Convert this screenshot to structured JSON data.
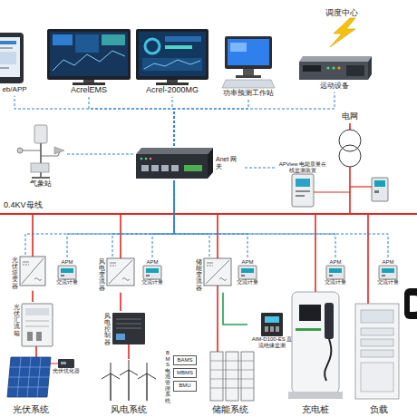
{
  "diagram": {
    "nodes": [
      {
        "text": [
          "调度中心"
        ]
      },
      {
        "text": [
          "eb/APP"
        ]
      },
      {
        "text": [
          "AcrelEMS"
        ]
      },
      {
        "text": [
          "Acrel-2000MG"
        ]
      },
      {
        "text": [
          "功率预测工作站"
        ]
      },
      {
        "text": [
          "远动设备"
        ]
      },
      {
        "text": [
          "电网"
        ]
      },
      {
        "text": [
          "气象站"
        ]
      },
      {
        "text": [
          "Anet 网关"
        ]
      },
      {
        "text": [
          "APView 电能质量在线监测装置"
        ]
      },
      {
        "text": [
          "光伏逆变器"
        ]
      },
      {
        "text": [
          "APM",
          "交流计量"
        ]
      },
      {
        "text": [
          "光伏汇流箱"
        ]
      },
      {
        "text": [
          "光伏优化器"
        ]
      },
      {
        "text": [
          "风电变流器"
        ]
      },
      {
        "text": [
          "APM",
          "交流计量"
        ]
      },
      {
        "text": [
          "风电控制器"
        ]
      },
      {
        "text": [
          "储能变流器"
        ]
      },
      {
        "text": [
          "APM",
          "交流计量"
        ]
      },
      {
        "text": [
          "BMS 电池管理系统"
        ]
      },
      {
        "text": [
          "BAMS"
        ],
        "in": 19
      },
      {
        "text": [
          "MBMS"
        ],
        "in": 19
      },
      {
        "text": [
          "BMU"
        ],
        "in": 19
      },
      {
        "text": [
          "AIM-D100-ES 直流绝缘监测"
        ]
      },
      {
        "text": [
          "APM",
          "交流计量"
        ]
      },
      {
        "text": [
          "APM",
          "交流计量"
        ]
      }
    ],
    "edges": [
      {
        "from": 8,
        "to": 1,
        "arrow": "none"
      },
      {
        "from": 8,
        "to": 2,
        "arrow": "none"
      },
      {
        "from": 8,
        "to": 3,
        "arrow": "none"
      },
      {
        "from": 8,
        "to": 4,
        "arrow": "none"
      },
      {
        "from": 8,
        "to": 5,
        "arrow": "none"
      },
      {
        "from": 7,
        "to": 8,
        "arrow": "none"
      },
      {
        "from": 9,
        "to": 8,
        "arrow": "none"
      },
      {
        "from": 11,
        "to": 8,
        "arrow": "none"
      },
      {
        "from": 15,
        "to": 8,
        "arrow": "none"
      },
      {
        "from": 18,
        "to": 8,
        "arrow": "none"
      },
      {
        "from": 24,
        "to": 8,
        "arrow": "none"
      },
      {
        "from": 25,
        "to": 8,
        "arrow": "none"
      },
      {
        "from": 10,
        "to": 8,
        "arrow": "none"
      },
      {
        "from": 14,
        "to": 8,
        "arrow": "none"
      },
      {
        "from": 17,
        "to": 8,
        "arrow": "none"
      },
      {
        "from": 10,
        "to": 12,
        "arrow": "none"
      },
      {
        "from": 14,
        "to": 16,
        "arrow": "none"
      },
      {
        "from": 23,
        "to": 17,
        "arrow": "none"
      }
    ],
    "labels": [
      "0.4KV母线",
      "光伏系统",
      "风电系统",
      "储能系统",
      "充电桩",
      "负载"
    ]
  }
}
